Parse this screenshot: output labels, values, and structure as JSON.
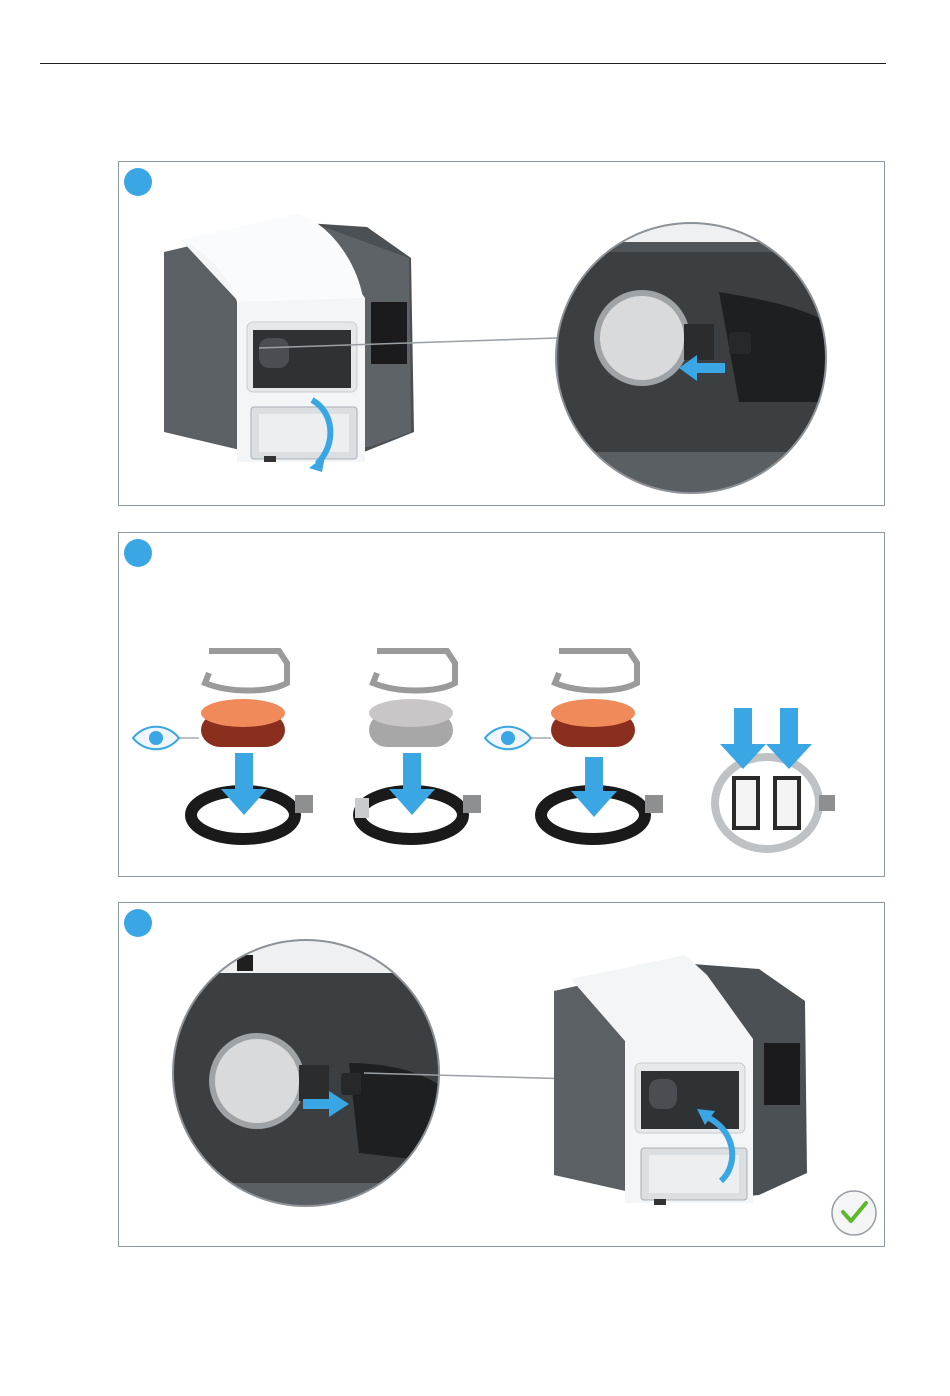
{
  "colors": {
    "accent_blue": "#3aa6e3",
    "frame_border": "#8f99a0",
    "machine_dark": "#5b6064",
    "machine_light": "#f3f4f5",
    "blank_orange": "#f08a5a",
    "blank_dark_red": "#8a2e1d",
    "blank_silver": "#c8c6c6",
    "holder_black": "#1a1a1a",
    "check_green": "#5cb82e"
  },
  "steps": [
    {
      "id": "step-1",
      "badge": "",
      "icons": [
        "milling-machine-image",
        "door-open-arrow-icon",
        "magnifier-circle",
        "push-arrow-icon"
      ]
    },
    {
      "id": "step-2",
      "badge": "",
      "icons": [
        "eye-icon",
        "clamp-ring",
        "blank-disc",
        "holder-ring",
        "down-arrow-icon",
        "double-down-arrow-icon"
      ]
    },
    {
      "id": "step-3",
      "badge": "",
      "icons": [
        "magnifier-circle",
        "push-arrow-icon",
        "milling-machine-image",
        "door-close-arrow-icon",
        "checkmark-icon"
      ]
    }
  ]
}
